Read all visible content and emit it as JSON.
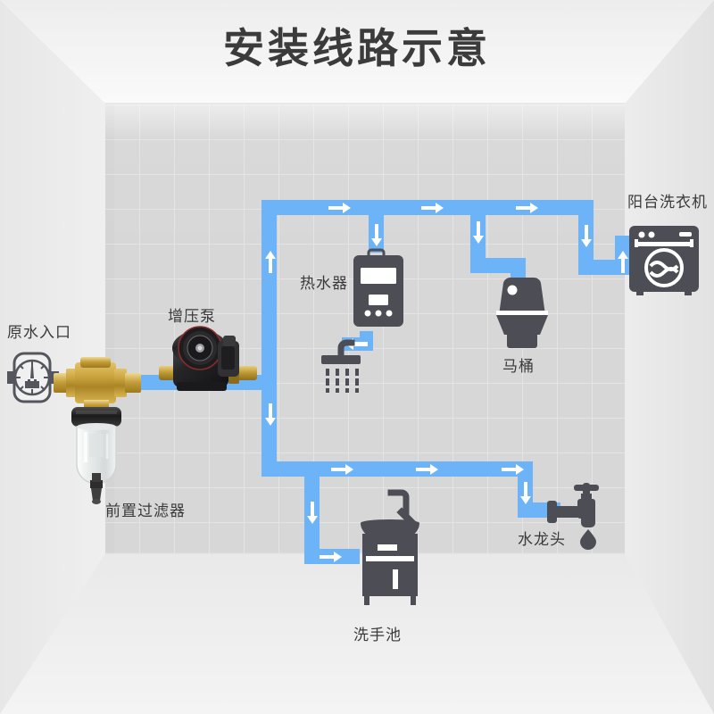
{
  "page": {
    "title": "安装线路示意",
    "background_color": "#f2f2f2",
    "wall_color": "#d6d6d6",
    "pipe_color": "#6cb4f7",
    "device_color": "#4d4e55",
    "text_color": "#3a3a3a"
  },
  "labels": {
    "raw_water_inlet": "原水入口",
    "pre_filter": "前置过滤器",
    "booster_pump": "增压泵",
    "water_heater": "热水器",
    "toilet": "马桶",
    "balcony_washing_machine": "阳台洗衣机",
    "wash_basin": "洗手池",
    "faucet": "水龙头"
  },
  "icons": {
    "water_meter": "water-meter-icon",
    "pre_filter": "pre-filter-icon",
    "booster_pump": "booster-pump-icon",
    "water_heater": "water-heater-icon",
    "shower": "shower-head-icon",
    "toilet": "toilet-icon",
    "washing_machine": "washing-machine-icon",
    "wash_basin": "wash-basin-icon",
    "faucet": "faucet-icon",
    "flow_arrow": "flow-arrow-icon"
  },
  "flow_arrows": [
    {
      "id": "arrow-top-1",
      "direction": "right"
    },
    {
      "id": "arrow-top-2",
      "direction": "right"
    },
    {
      "id": "arrow-top-3",
      "direction": "right"
    },
    {
      "id": "arrow-riser-left",
      "direction": "up"
    },
    {
      "id": "arrow-heater-inlet",
      "direction": "down"
    },
    {
      "id": "arrow-toilet-branch",
      "direction": "down"
    },
    {
      "id": "arrow-right-drop",
      "direction": "down"
    },
    {
      "id": "arrow-washer-riser",
      "direction": "up"
    },
    {
      "id": "arrow-main-down",
      "direction": "down"
    },
    {
      "id": "arrow-bottom-1",
      "direction": "right"
    },
    {
      "id": "arrow-bottom-2",
      "direction": "right"
    },
    {
      "id": "arrow-bottom-3",
      "direction": "right"
    },
    {
      "id": "arrow-basin-drop",
      "direction": "down"
    },
    {
      "id": "arrow-basin-in",
      "direction": "right"
    },
    {
      "id": "arrow-faucet-drop",
      "direction": "down"
    },
    {
      "id": "arrow-shower-in",
      "direction": "left"
    }
  ]
}
